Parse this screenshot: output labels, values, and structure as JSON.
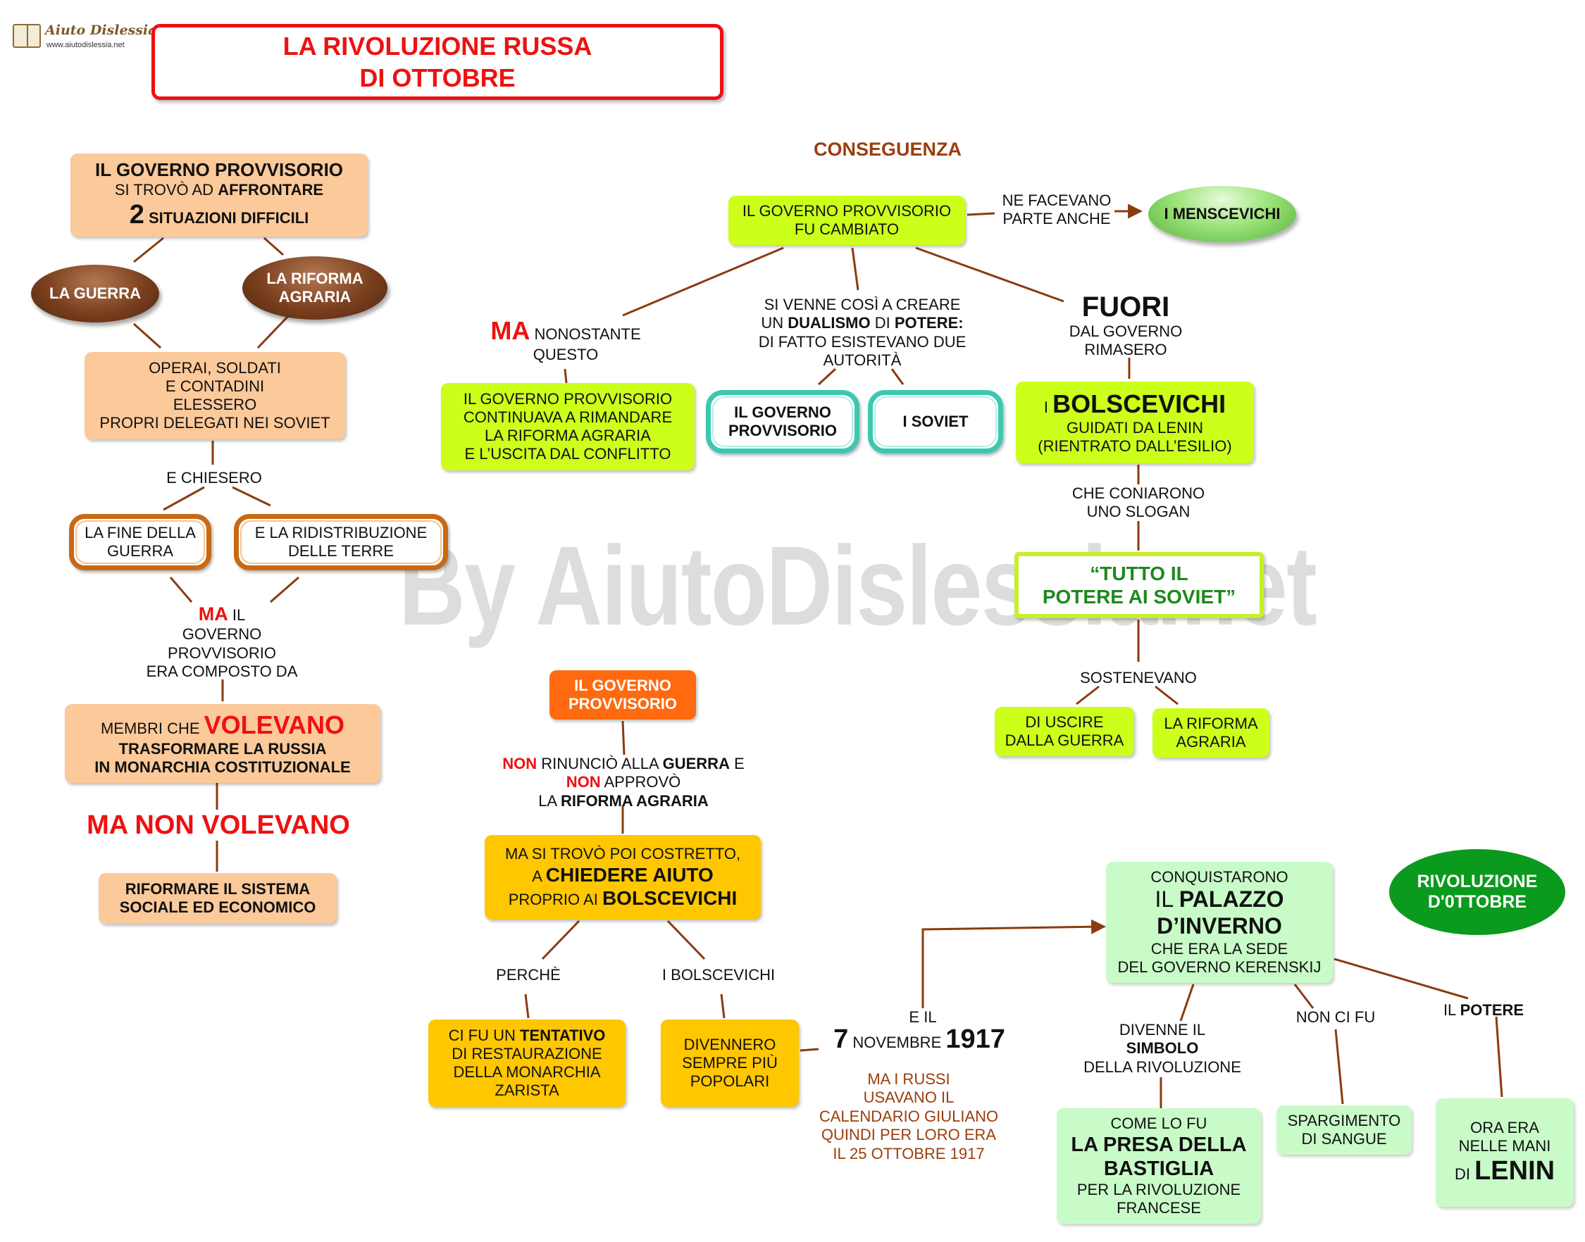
{
  "logo": {
    "title": "Aiuto Dislessia",
    "url": "www.aiutodislessia.net"
  },
  "title": {
    "line1": "LA RIVOLUZIONE RUSSA",
    "line2": "DI OTTOBRE"
  },
  "watermark": "By AiutoDislessia.net",
  "colors": {
    "red": "#f01010",
    "brown": "#9b3e0c",
    "lime": "#ccff1a",
    "peach": "#fcc99a",
    "gold": "#ffc700",
    "mint": "#c9fbc9",
    "orange": "#ff6a10",
    "dark_green": "#0a9a1e"
  },
  "left": {
    "gov_box": {
      "l1": "IL GOVERNO PROVVISORIO",
      "l2a": "SI TROVÒ AD ",
      "l2b": "AFFRONTARE",
      "l3a": "2",
      "l3b": " SITUAZIONI DIFFICILI"
    },
    "war": "LA GUERRA",
    "reform": {
      "l1": "LA RIFORMA",
      "l2": "AGRARIA"
    },
    "workers": {
      "l1": "OPERAI, SOLDATI",
      "l2": "E CONTADINI",
      "l3": "ELESSERO",
      "l4": "PROPRI DELEGATI NEI SOVIET"
    },
    "asked": "E CHIESERO",
    "end_war": {
      "l1": "LA FINE DELLA",
      "l2": "GUERRA"
    },
    "redistribution": {
      "l1": "E LA RIDISTRIBUZIONE",
      "l2": "DELLE TERRE"
    },
    "but": {
      "ma": "MA",
      "l1": " IL",
      "l2": "GOVERNO",
      "l3": "PROVVISORIO",
      "l4": "ERA COMPOSTO DA"
    },
    "members": {
      "l1a": "MEMBRI CHE ",
      "l1b": "VOLEVANO",
      "l2": "TRASFORMARE LA RUSSIA",
      "l3": "IN MONARCHIA COSTITUZIONALE"
    },
    "but_not": "MA NON VOLEVANO",
    "reform_system": {
      "l1": "RIFORMARE IL SISTEMA",
      "l2": "SOCIALE ED ECONOMICO"
    }
  },
  "middle": {
    "consequence": "CONSEGUENZA",
    "changed": {
      "l1": "IL GOVERNO PROVVISORIO",
      "l2": "FU CAMBIATO"
    },
    "part_of": {
      "l1": "NE FACEVANO",
      "l2": "PARTE ANCHE"
    },
    "mensheviks": "I MENSCEVICHI",
    "despite": {
      "ma": "MA",
      "l1": " NONOSTANTE",
      "l2": "QUESTO"
    },
    "postponed": {
      "l1": "IL GOVERNO PROVVISORIO",
      "l2": "CONTINUAVA A RIMANDARE",
      "l3": "LA RIFORMA AGRARIA",
      "l4": "E L’USCITA DAL CONFLITTO"
    },
    "dualism": {
      "l1": "SI VENNE COSÌ A CREARE",
      "l2a": "UN ",
      "l2b": "DUALISMO",
      "l2c": " DI ",
      "l2d": "POTERE:",
      "l3": "DI FATTO ESISTEVANO DUE",
      "l4": "AUTORITÀ"
    },
    "gov_prov": {
      "l1": "IL GOVERNO",
      "l2": "PROVVISORIO"
    },
    "soviet": "I SOVIET",
    "outside": {
      "big": "FUORI",
      "l1": "DAL GOVERNO",
      "l2": "RIMASERO"
    },
    "bolsheviks": {
      "i": "I ",
      "big": "BOLSCEVICHI",
      "l2": "GUIDATI DA LENIN",
      "l3": "(RIENTRATO DALL’ESILIO)"
    },
    "slogan_intro": {
      "l1": "CHE CONIARONO",
      "l2": "UNO SLOGAN"
    },
    "slogan": {
      "l1": "“TUTTO IL",
      "l2": "POTERE AI SOVIET”"
    },
    "supported": "SOSTENEVANO",
    "exit_war": {
      "l1": "DI USCIRE",
      "l2": "DALLA GUERRA"
    },
    "agrarian": {
      "l1": "LA RIFORMA",
      "l2": "AGRARIA"
    }
  },
  "center": {
    "gov_orange": {
      "l1": "IL GOVERNO",
      "l2": "PROVVISORIO"
    },
    "not_renounce": {
      "non1": "NON",
      "l1a": " RINUNCIÒ ALLA ",
      "l1b": "GUERRA",
      "l1c": " E",
      "non2": "NON",
      "l2": " APPROVÒ",
      "l3a": "LA ",
      "l3b": "RIFORMA AGRARIA"
    },
    "forced": {
      "l1": "MA SI TROVÒ POI COSTRETTO,",
      "l2a": "A ",
      "l2b": "CHIEDERE AIUTO",
      "l3a": "PROPRIO AI ",
      "l3b": "BOLSCEVICHI"
    },
    "because": "PERCHÈ",
    "the_bolsheviks": "I BOLSCEVICHI",
    "attempt": {
      "l1a": "CI FU UN ",
      "l1b": "TENTATIVO",
      "l2": "DI RESTAURAZIONE",
      "l3": "DELLA MONARCHIA",
      "l4": "ZARISTA"
    },
    "popular": {
      "l1": "DIVENNERO",
      "l2": "SEMPRE PIÙ",
      "l3": "POPOLARI"
    },
    "and_on": "E IL",
    "date": {
      "d": "7",
      "m": " NOVEMBRE ",
      "y": "1917"
    },
    "julian": {
      "l1": "MA I RUSSI",
      "l2": "USAVANO IL",
      "l3": "CALENDARIO GIULIANO",
      "l4": "QUINDI PER LORO ERA",
      "l5": "IL 25 OTTOBRE 1917"
    }
  },
  "right": {
    "winter": {
      "l1": "CONQUISTARONO",
      "l2a": "IL ",
      "l2b": "PALAZZO",
      "l3": "D’INVERNO",
      "l4": "CHE ERA LA SEDE",
      "l5": "DEL GOVERNO KERENSKIJ"
    },
    "revolution": {
      "l1": "RIVOLUZIONE",
      "l2": "D'0TTOBRE"
    },
    "symbol": {
      "l1": "DIVENNE IL",
      "l2": "SIMBOLO",
      "l3": "DELLA RIVOLUZIONE"
    },
    "no_blood": "NON CI FU",
    "power": {
      "a": "IL ",
      "b": "POTERE"
    },
    "bastille": {
      "l1": "COME LO FU",
      "l2": "LA PRESA DELLA",
      "l3": "BASTIGLIA",
      "l4": "PER LA RIVOLUZIONE",
      "l5": "FRANCESE"
    },
    "blood": {
      "l1": "SPARGIMENTO",
      "l2": "DI SANGUE"
    },
    "lenin": {
      "l1": "ORA ERA",
      "l2": "NELLE MANI",
      "l3a": "DI ",
      "l3b": "LENIN"
    }
  }
}
